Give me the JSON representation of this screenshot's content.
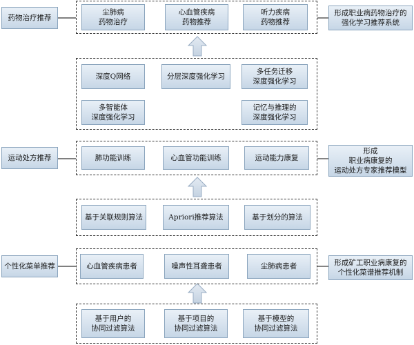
{
  "left_labels": {
    "drug": "药物治疗推荐",
    "exercise": "运动处方推荐",
    "menu": "个性化菜单推荐"
  },
  "right_labels": {
    "drug": "形成职业病药物治疗的\n强化学习推荐系统",
    "exercise": "形成\n职业病康复的\n运动处方专家推荐模型",
    "menu": "形成矿工职业病康复的\n个性化菜谱推荐机制"
  },
  "drug_targets": [
    "尘肺病\n药物治疗",
    "心血管疾病\n药物推荐",
    "听力疾病\n药物推荐"
  ],
  "rl_methods": [
    "深度Q网络",
    "分层深度强化学习",
    "多任务迁移\n深度强化学习",
    "多智能体\n深度强化学习",
    "记忆与推理的\n深度强化学习"
  ],
  "training": [
    "肺功能训练",
    "心血管功能训练",
    "运动能力康复"
  ],
  "assoc_algorithms": [
    "基于关联规则算法",
    "Apriori推荐算法",
    "基于划分的算法"
  ],
  "patients": [
    "心血管疾病患者",
    "噪声性耳聋患者",
    "尘肺病患者"
  ],
  "cf_algorithms": [
    "基于用户的\n协同过滤算法",
    "基于项目的\n协同过滤算法",
    "基于模型的\n协同过滤算法"
  ]
}
